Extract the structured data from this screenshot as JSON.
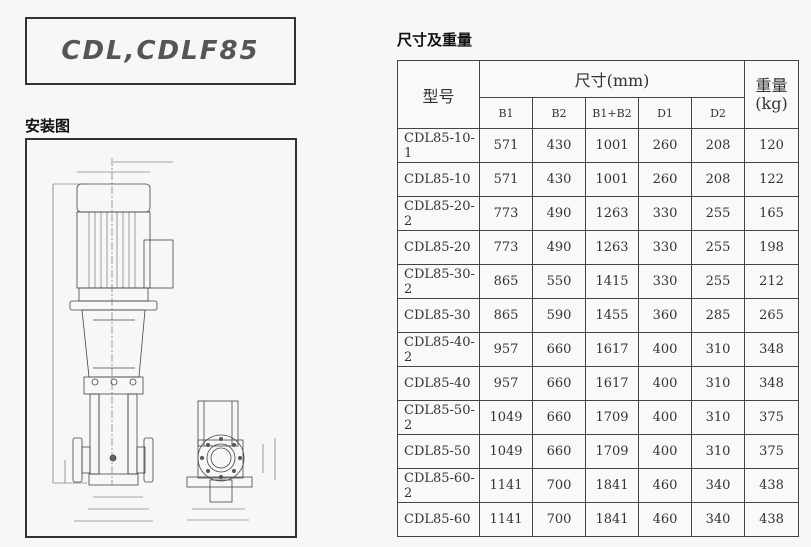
{
  "product_title": "CDL,CDLF85",
  "install_heading": "安装图",
  "table_heading": "尺寸及重量",
  "table": {
    "model_header": "型号",
    "dim_header": "尺寸(mm)",
    "weight_header": "重量",
    "weight_unit": "(kg)",
    "sub_headers": [
      "B1",
      "B2",
      "B1+B2",
      "D1",
      "D2"
    ],
    "rows": [
      {
        "model": "CDL85-10-1",
        "b1": "571",
        "b2": "430",
        "b12": "1001",
        "d1": "260",
        "d2": "208",
        "weight": "120"
      },
      {
        "model": "CDL85-10",
        "b1": "571",
        "b2": "430",
        "b12": "1001",
        "d1": "260",
        "d2": "208",
        "weight": "122"
      },
      {
        "model": "CDL85-20-2",
        "b1": "773",
        "b2": "490",
        "b12": "1263",
        "d1": "330",
        "d2": "255",
        "weight": "165"
      },
      {
        "model": "CDL85-20",
        "b1": "773",
        "b2": "490",
        "b12": "1263",
        "d1": "330",
        "d2": "255",
        "weight": "198"
      },
      {
        "model": "CDL85-30-2",
        "b1": "865",
        "b2": "550",
        "b12": "1415",
        "d1": "330",
        "d2": "255",
        "weight": "212"
      },
      {
        "model": "CDL85-30",
        "b1": "865",
        "b2": "590",
        "b12": "1455",
        "d1": "360",
        "d2": "285",
        "weight": "265"
      },
      {
        "model": "CDL85-40-2",
        "b1": "957",
        "b2": "660",
        "b12": "1617",
        "d1": "400",
        "d2": "310",
        "weight": "348"
      },
      {
        "model": "CDL85-40",
        "b1": "957",
        "b2": "660",
        "b12": "1617",
        "d1": "400",
        "d2": "310",
        "weight": "348"
      },
      {
        "model": "CDL85-50-2",
        "b1": "1049",
        "b2": "660",
        "b12": "1709",
        "d1": "400",
        "d2": "310",
        "weight": "375"
      },
      {
        "model": "CDL85-50",
        "b1": "1049",
        "b2": "660",
        "b12": "1709",
        "d1": "400",
        "d2": "310",
        "weight": "375"
      },
      {
        "model": "CDL85-60-2",
        "b1": "1141",
        "b2": "700",
        "b12": "1841",
        "d1": "460",
        "d2": "340",
        "weight": "438"
      },
      {
        "model": "CDL85-60",
        "b1": "1141",
        "b2": "700",
        "b12": "1841",
        "d1": "460",
        "d2": "340",
        "weight": "438"
      }
    ]
  }
}
